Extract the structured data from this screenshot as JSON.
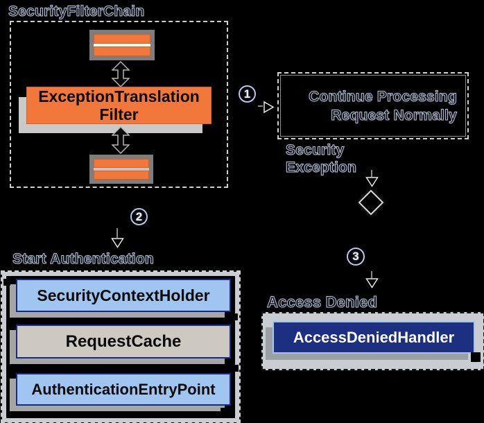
{
  "colors": {
    "background": "#000000",
    "orange": "#F2773B",
    "orange_border": "#D85F20",
    "light_blue": "#9FC5F0",
    "navy_border": "#1A2A8C",
    "navy_fill": "#1D2F80",
    "navy_box_border": "#A8C4EC",
    "tan": "#CDC9C1",
    "gray_panel": "#7D7D7D",
    "shadow_gray": "#A6A6A6",
    "light_gray_bg": "#C9CDD2",
    "dash_light": "#CFCFCF"
  },
  "security_filter_chain": {
    "label": "SecurityFilterChain",
    "filter_box": {
      "line1": "ExceptionTranslation",
      "line2": "Filter"
    }
  },
  "flow": {
    "marker1": "1",
    "marker2": "2",
    "marker3": "3",
    "continue_box": {
      "line1": "Continue Processing",
      "line2": "Request Normally"
    },
    "security_exception": {
      "line1": "Security",
      "line2": "Exception"
    }
  },
  "start_authentication": {
    "label": "Start Authentication",
    "boxes": [
      {
        "label": "SecurityContextHolder"
      },
      {
        "label": "RequestCache"
      },
      {
        "label": "AuthenticationEntryPoint"
      }
    ]
  },
  "access_denied": {
    "label": "Access Denied",
    "handler_label": "AccessDeniedHandler"
  }
}
